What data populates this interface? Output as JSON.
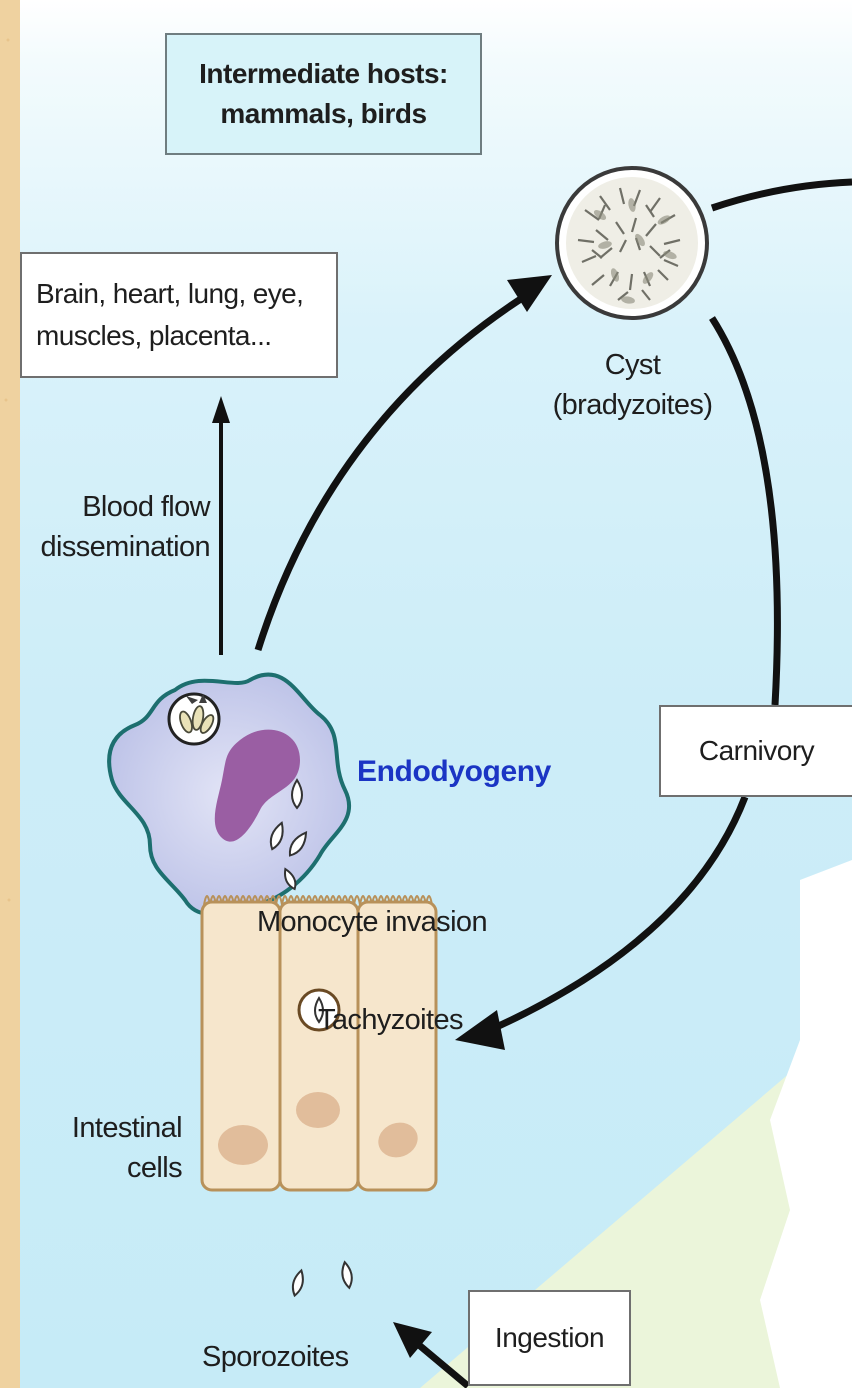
{
  "hosts_box": {
    "line1": "Intermediate hosts:",
    "line2": "mammals, birds"
  },
  "organs_box": {
    "line1": "Brain, heart, lung, eye,",
    "line2": "muscles, placenta..."
  },
  "cyst_label": {
    "line1": "Cyst",
    "line2": "(bradyzoites)"
  },
  "dissemination_label": {
    "line1": "Blood flow",
    "line2": "dissemination"
  },
  "endodyogeny_label": "Endodyogeny",
  "monocyte_label": "Monocyte invasion",
  "carnivory_box": "Carnivory",
  "tachyzoites_label": "Tachyzoites",
  "intestinal_label": {
    "line1": "Intestinal",
    "line2": "cells"
  },
  "sporozoites_label": "Sporozoites",
  "ingestion_box": "Ingestion",
  "colors": {
    "background_frame": "#efd2a0",
    "panel_sky": "#cdedf8",
    "hosts_box_fill": "#d7f3f9",
    "monocyte_fill": "#c3c9ea",
    "nucleus": "#9a5ea3",
    "intestinal_cell_fill": "#f6e6cc",
    "endodyogeny_text": "#1b35c4"
  }
}
